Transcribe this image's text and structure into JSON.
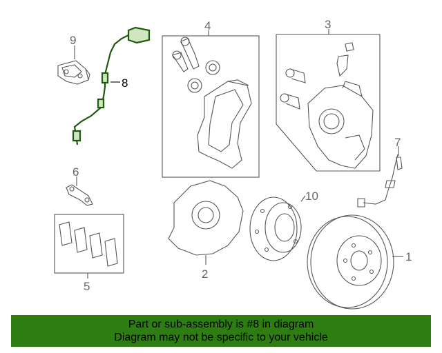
{
  "diagram": {
    "callouts": {
      "c1": "1",
      "c2": "2",
      "c3": "3",
      "c4": "4",
      "c5": "5",
      "c6": "6",
      "c7": "7",
      "c8": "8",
      "c9": "9",
      "c10": "10"
    },
    "highlighted_part": "8",
    "highlight_color": "#2e7d12"
  },
  "banner": {
    "line1": "Part or sub-assembly is #8 in diagram",
    "line2": "Diagram may not be specific to your vehicle",
    "background": "#2e7d12"
  }
}
